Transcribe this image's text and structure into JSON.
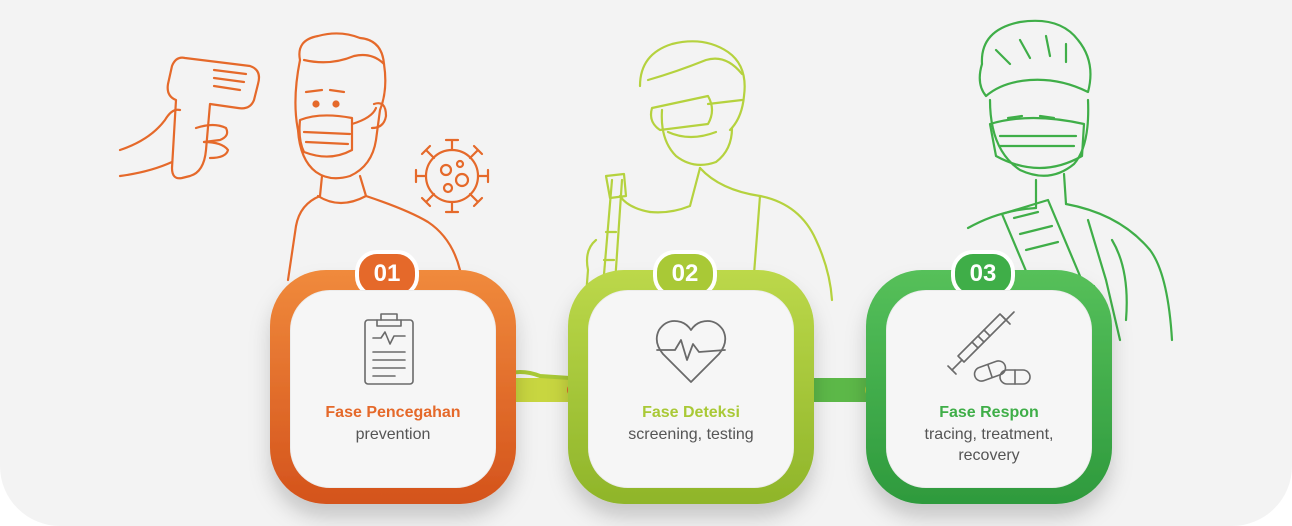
{
  "colors": {
    "orange": "#e5692a",
    "lime": "#a9c936",
    "green": "#3fae48",
    "panel": "#f3f3f3"
  },
  "steps": [
    {
      "number": "01",
      "title": "Fase Pencegahan",
      "subtitle": "prevention",
      "icon": "clipboard-icon",
      "color": "#e5692a"
    },
    {
      "number": "02",
      "title": "Fase Deteksi",
      "subtitle": "screening, testing",
      "icon": "heartbeat-icon",
      "color": "#a9c936"
    },
    {
      "number": "03",
      "title": "Fase Respon",
      "subtitle": "tracing, treatment, recovery",
      "subtitle_line1": "tracing, treatment,",
      "subtitle_line2": "recovery",
      "icon": "syringe-pills-icon",
      "color": "#3fae48"
    }
  ]
}
